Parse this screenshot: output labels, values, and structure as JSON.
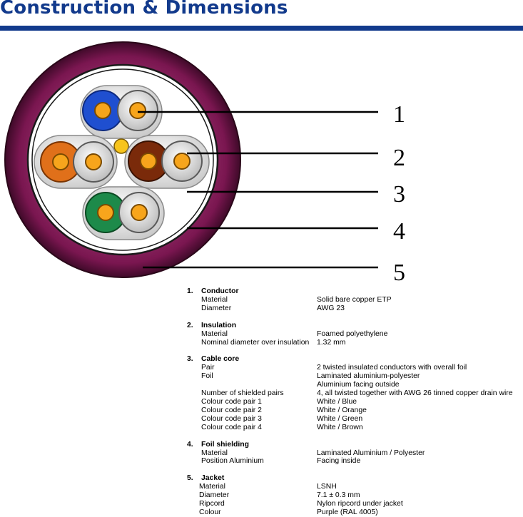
{
  "title": "Construction & Dimensions",
  "colors": {
    "title_blue": "#123a8c",
    "jacket_purple": "#7a1650",
    "jacket_dark": "#3f0a29",
    "pair1": "#1f4fd0",
    "pair2": "#e0701a",
    "pair3": "#1d8a4a",
    "pair4": "#7a2a0a",
    "conductor": "#f7a51c",
    "insulation_white": "#d9d9d9"
  },
  "callouts": [
    "1",
    "2",
    "3",
    "4",
    "5"
  ],
  "sections": [
    {
      "number": "1.",
      "heading": "Conductor",
      "rows": [
        {
          "label": "Material",
          "value": "Solid bare copper ETP"
        },
        {
          "label": "Diameter",
          "value": "AWG 23"
        }
      ]
    },
    {
      "number": "2.",
      "heading": "Insulation",
      "rows": [
        {
          "label": "Material",
          "value": "Foamed polyethylene"
        },
        {
          "label": "Nominal diameter over insulation",
          "value": "1.32 mm"
        }
      ]
    },
    {
      "number": "3.",
      "heading": "Cable core",
      "rows": [
        {
          "label": "Pair",
          "value": "2 twisted insulated conductors with overall foil"
        },
        {
          "label": "Foil",
          "value": "Laminated aluminium-polyester"
        },
        {
          "label": "",
          "value": "Aluminium facing outside"
        },
        {
          "label": "Number of shielded pairs",
          "value": "4, all twisted together with AWG 26 tinned copper drain wire"
        },
        {
          "label": "Colour code pair 1",
          "value": "White / Blue"
        },
        {
          "label": "Colour code pair 2",
          "value": "White / Orange"
        },
        {
          "label": "Colour code pair 3",
          "value": "White / Green"
        },
        {
          "label": "Colour code pair 4",
          "value": "White / Brown"
        }
      ]
    },
    {
      "number": "4.",
      "heading": "Foil shielding",
      "rows": [
        {
          "label": "Material",
          "value": "Laminated Aluminium / Polyester"
        },
        {
          "label": "Position Aluminium",
          "value": "Facing inside"
        }
      ]
    },
    {
      "number": "5.",
      "heading": "Jacket",
      "rows": [
        {
          "label": "Material",
          "value": "LSNH"
        },
        {
          "label": "Diameter",
          "value": "7.1 ± 0.3 mm"
        },
        {
          "label": "Ripcord",
          "value": "Nylon ripcord under jacket"
        },
        {
          "label": "Colour",
          "value": "Purple (RAL 4005)"
        }
      ]
    }
  ]
}
